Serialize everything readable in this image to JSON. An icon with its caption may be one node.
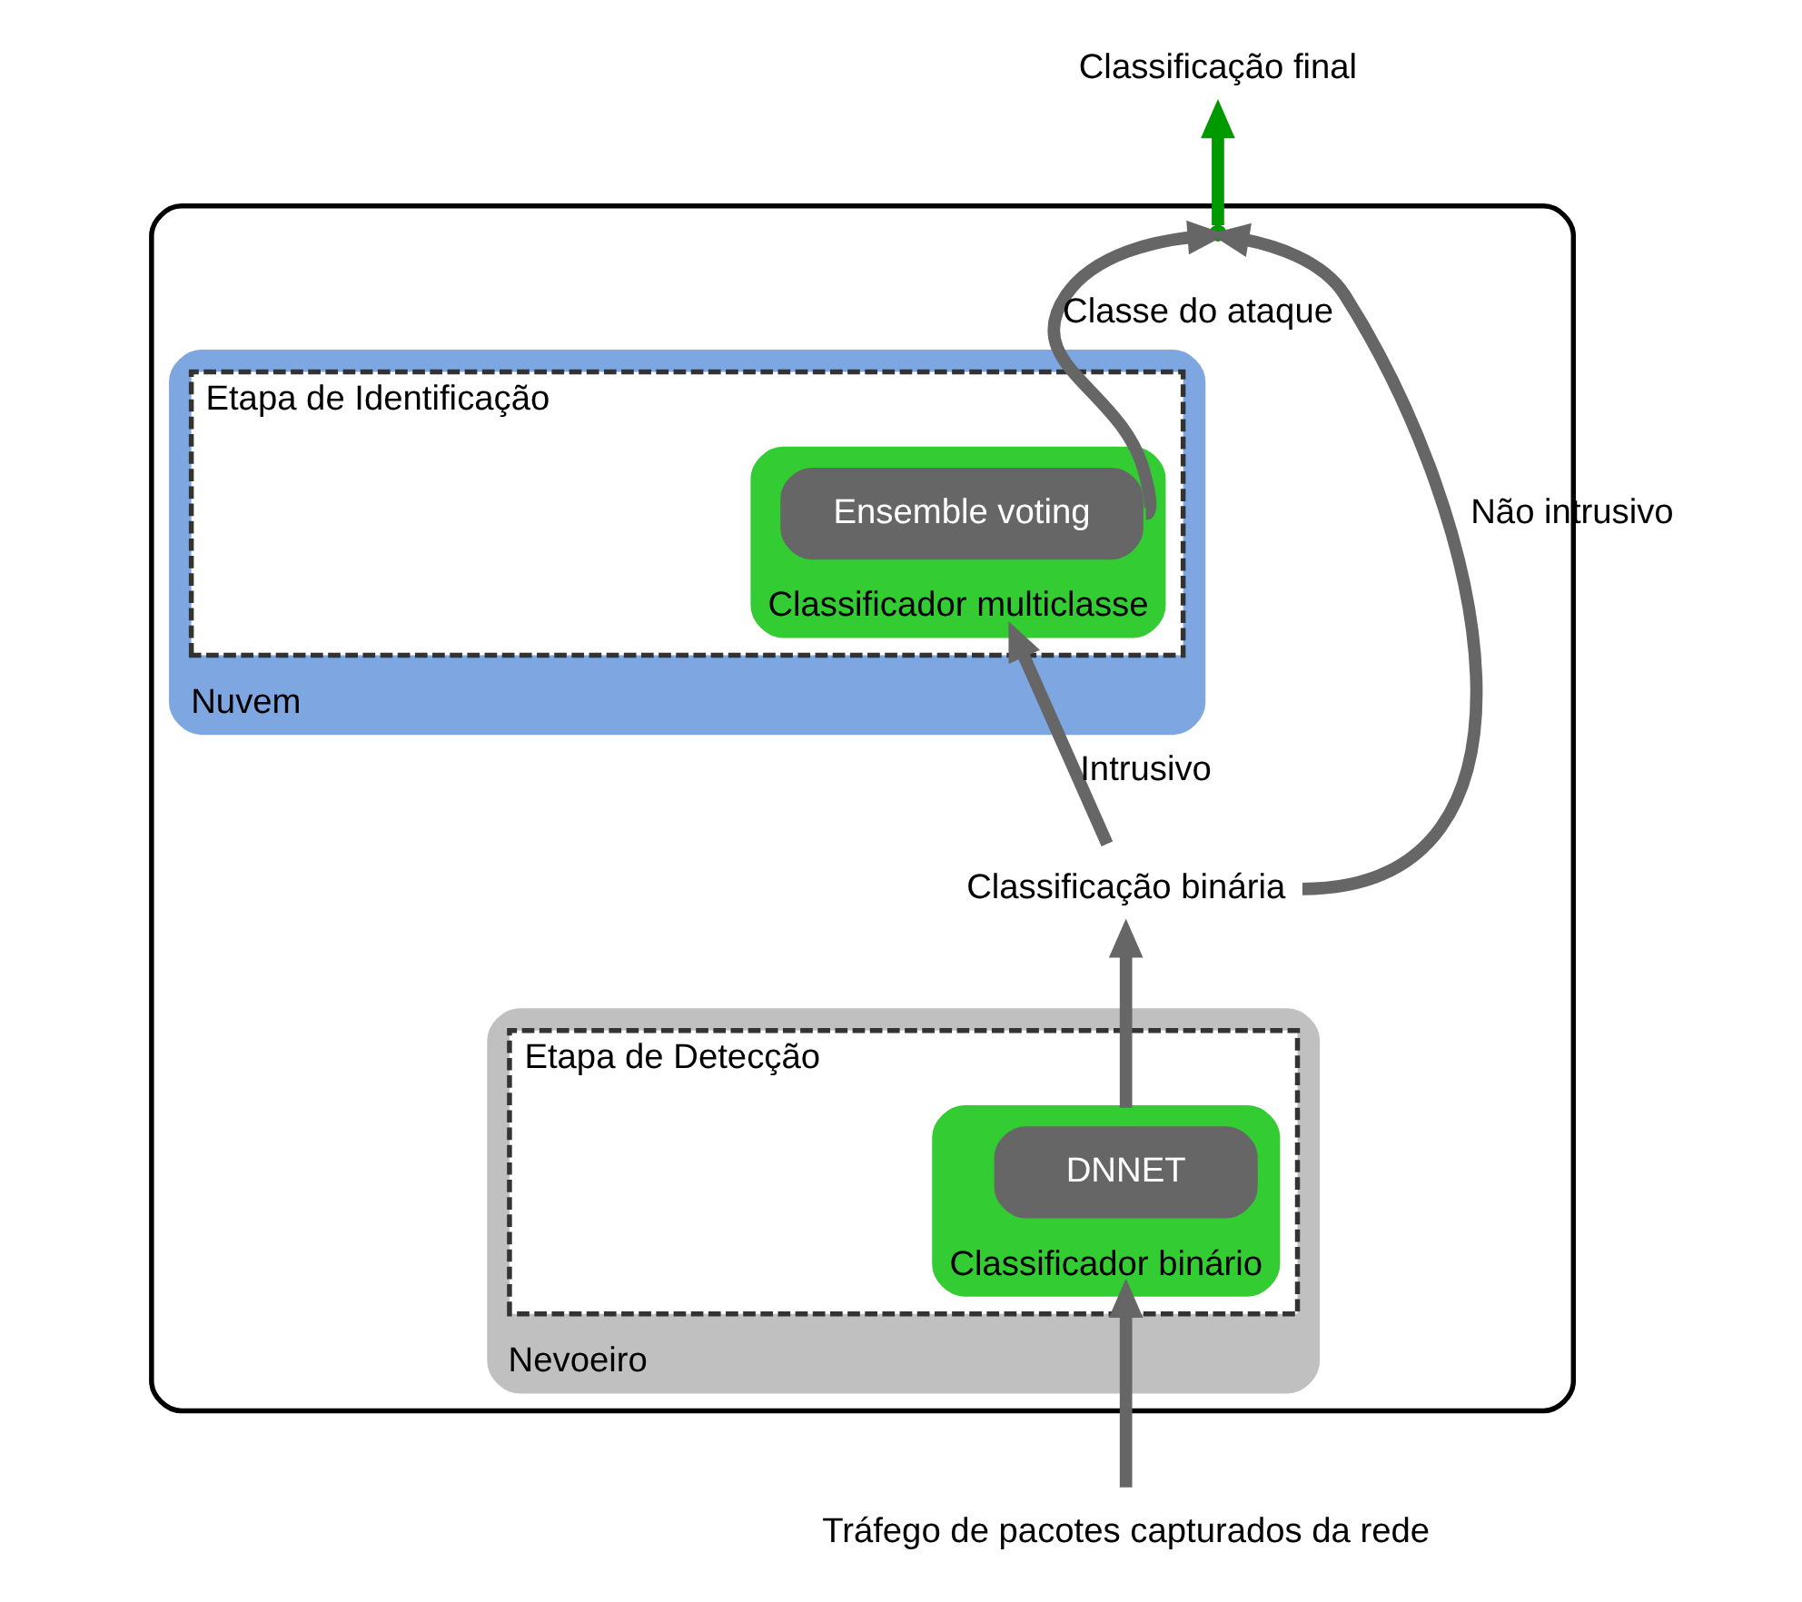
{
  "diagram": {
    "nodes": [
      {
        "text": [],
        "shape": "box"
      },
      {
        "text": [
          "Nuvem"
        ],
        "in": 0
      },
      {
        "text": [
          "Etapa de Identificação"
        ],
        "in": 1
      },
      {
        "text": [
          "Classificador multiclasse"
        ],
        "in": 2
      },
      {
        "text": [
          "Ensemble voting"
        ],
        "in": 3
      },
      {
        "text": [
          "Nevoeiro"
        ],
        "in": 0
      },
      {
        "text": [
          "Etapa de Detecção"
        ],
        "in": 5
      },
      {
        "text": [
          "Classificador binário"
        ],
        "in": 6
      },
      {
        "text": [
          "DNNET"
        ],
        "in": 7
      },
      {
        "text": [
          "Classificação binária"
        ],
        "in": 0
      },
      {
        "text": [],
        "shape": "point",
        "in": 0
      },
      {
        "text": [
          "Classificação final"
        ]
      },
      {
        "text": [
          "Tráfego de pacotes capturados da rede"
        ]
      }
    ],
    "edges": [
      {
        "from": 12,
        "to": 7,
        "arrow": "to"
      },
      {
        "from": 7,
        "to": 9,
        "arrow": "to"
      },
      {
        "from": 9,
        "to": 3,
        "label": "Intrusivo",
        "arrow": "to"
      },
      {
        "from": 4,
        "to": 10,
        "label": "Classe do ataque",
        "arrow": "to"
      },
      {
        "from": 9,
        "to": 10,
        "label": "Não intrusivo",
        "arrow": "to"
      },
      {
        "from": 10,
        "to": 11,
        "arrow": "to",
        "color": "#009900"
      }
    ]
  }
}
